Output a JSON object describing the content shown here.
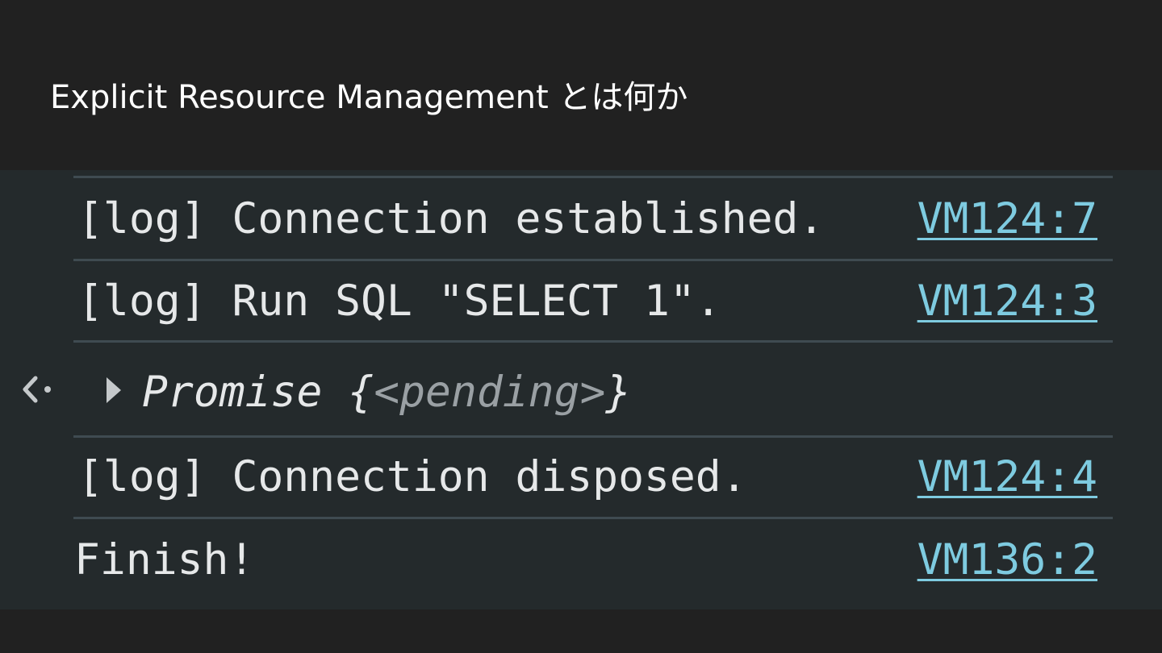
{
  "slide": {
    "title": "Explicit Resource Management とは何か"
  },
  "console": {
    "entries": [
      {
        "text": "[log] Connection established.",
        "source": "VM124:7"
      },
      {
        "text": "[log] Run SQL \"SELECT 1\".",
        "source": "VM124:3"
      },
      {
        "type": "return",
        "icon": "return-arrow-icon",
        "expand_icon": "triangle-right-icon",
        "prefix": "Promise {",
        "state": "<pending>",
        "suffix": "}"
      },
      {
        "text": "[log] Connection disposed.",
        "source": "VM124:4"
      },
      {
        "text": "Finish!",
        "source": "VM136:2"
      }
    ]
  },
  "colors": {
    "background": "#212121",
    "console_background": "#242a2c",
    "text": "#e6e8e9",
    "link": "#7ecbe0",
    "muted": "#9aa0a4",
    "divider": "#3f4b51"
  }
}
